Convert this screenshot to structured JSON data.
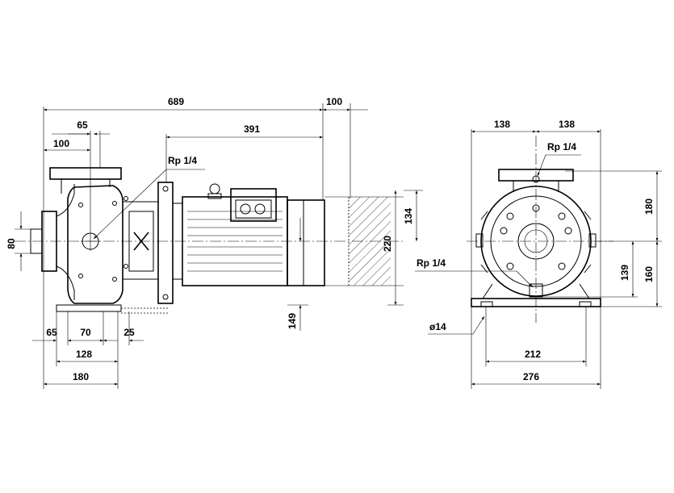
{
  "labels": {
    "d689": "689",
    "d100_top": "100",
    "d391": "391",
    "d65_top": "65",
    "d100_left": "100",
    "rp_top_left": "Rp 1/4",
    "d134": "134",
    "d80": "80",
    "d220": "220",
    "d149": "149",
    "d65_bottom": "65",
    "d70": "70",
    "d25": "25",
    "d128": "128",
    "d180_bottom": "180",
    "d138_left": "138",
    "d138_right": "138",
    "rp_top_right": "Rp 1/4",
    "d180_right": "180",
    "d139": "139",
    "d160": "160",
    "rp_right_mid": "Rp 1/4",
    "d14": "ø14",
    "d212": "212",
    "d276": "276"
  }
}
